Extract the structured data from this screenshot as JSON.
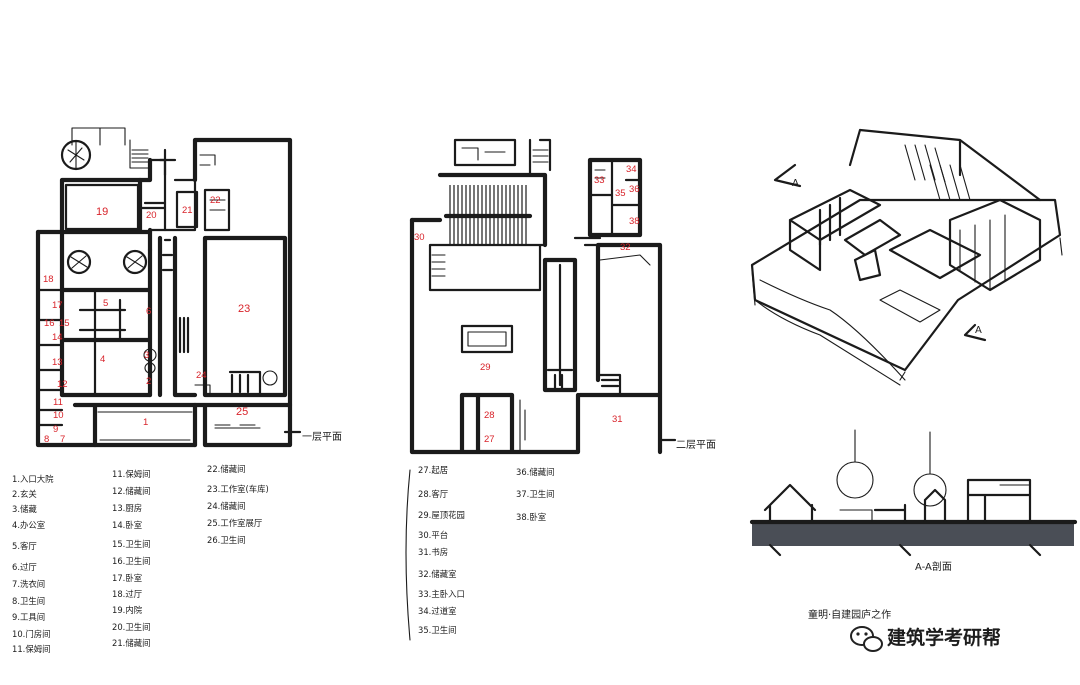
{
  "plan1": {
    "caption": "一层平面",
    "room_numbers": [
      "19",
      "20",
      "21",
      "22",
      "18",
      "5",
      "6",
      "23",
      "17",
      "16",
      "15",
      "14",
      "13",
      "4",
      "3",
      "12",
      "2",
      "11",
      "10",
      "9",
      "8",
      "7",
      "24",
      "1",
      "25"
    ],
    "legend_col1": [
      "1.入口大院",
      "2.玄关",
      "3.储藏",
      "4.办公室",
      "5.客厅",
      "6.过厅",
      "7.洗衣间",
      "8.卫生间",
      "9.工具间",
      "10.门房间",
      "11.保姆间"
    ],
    "legend_col2": [
      "11.保姆间",
      "12.储藏间",
      "13.厨房",
      "14.卧室",
      "15.卫生间",
      "16.卫生间",
      "17.卧室",
      "18.过厅",
      "19.内院",
      "20.卫生间",
      "21.储藏间"
    ],
    "legend_col3": [
      "22.储藏间",
      "23.工作室(车库)",
      "24.储藏间",
      "25.工作室展厅",
      "26.卫生间"
    ]
  },
  "plan2": {
    "caption": "二层平面",
    "room_numbers": [
      "33",
      "34",
      "35",
      "36",
      "38",
      "30",
      "32",
      "29",
      "28",
      "27",
      "31"
    ],
    "legend_col1": [
      "27.起居",
      "28.客厅",
      "29.屋顶花园",
      "30.平台",
      "31.书房",
      "32.储藏室",
      "33.主卧入口",
      "34.过道室",
      "35.卫生间"
    ],
    "legend_col2": [
      "36.储藏间",
      "37.卫生间",
      "38.卧室"
    ]
  },
  "section": {
    "section_mark_top": "A",
    "section_mark_bottom": "A",
    "caption": "A-A剖面",
    "signature": "童明·自建园庐之作"
  },
  "watermark": {
    "text": "建筑学考研帮",
    "icon": "wechat-icon"
  }
}
